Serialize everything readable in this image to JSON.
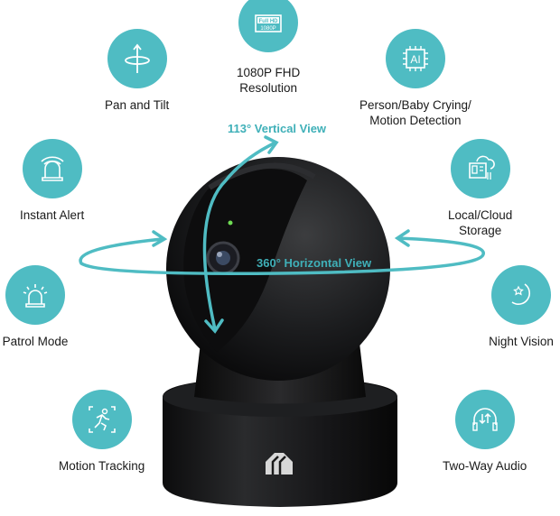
{
  "accent_color": "#4fbcc3",
  "features": [
    {
      "id": "pan-tilt",
      "label": "Pan and Tilt",
      "icon": "pan-tilt-icon"
    },
    {
      "id": "fhd",
      "label_line1": "1080P FHD",
      "label_line2": "Resolution",
      "icon": "full-hd-icon",
      "badge_top": "Full HD",
      "badge_bottom": "1080P"
    },
    {
      "id": "ai-detection",
      "label_line1": "Person/Baby Crying/",
      "label_line2": "Motion Detection",
      "icon": "ai-chip-icon",
      "chip_text": "AI"
    },
    {
      "id": "instant-alert",
      "label": "Instant Alert",
      "icon": "alarm-icon"
    },
    {
      "id": "storage",
      "label_line1": "Local/Cloud",
      "label_line2": "Storage",
      "icon": "cloud-storage-icon"
    },
    {
      "id": "patrol",
      "label": "Patrol Mode",
      "icon": "siren-icon"
    },
    {
      "id": "night-vision",
      "label": "Night Vision",
      "icon": "moon-star-icon"
    },
    {
      "id": "motion-tracking",
      "label": "Motion Tracking",
      "icon": "running-person-icon"
    },
    {
      "id": "two-way-audio",
      "label": "Two-Way Audio",
      "icon": "headphones-icon"
    }
  ],
  "views": {
    "vertical": "113° Vertical View",
    "horizontal": "360° Horizontal View"
  }
}
